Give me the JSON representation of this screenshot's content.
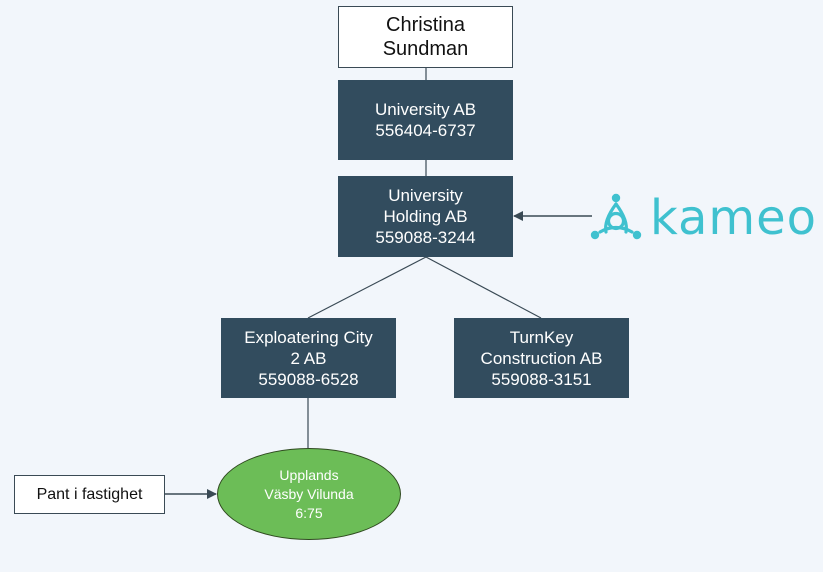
{
  "person": {
    "line1": "Christina",
    "line2": "Sundman"
  },
  "company_top": {
    "name": "University AB",
    "org_nr": "556404-6737"
  },
  "holding": {
    "line1": "University",
    "line2": "Holding AB",
    "org_nr": "559088-3244"
  },
  "sub_left": {
    "line1": "Exploatering City",
    "line2": "2 AB",
    "org_nr": "559088-6528"
  },
  "sub_right": {
    "line1": "TurnKey",
    "line2": "Construction AB",
    "org_nr": "559088-3151"
  },
  "property": {
    "line1": "Upplands",
    "line2": "Väsby Vilunda",
    "line3": "6:75"
  },
  "collateral": {
    "label": "Pant i fastighet"
  },
  "logo": {
    "text": "kameo",
    "icon": "kameo-logo-icon",
    "color": "#3fc1cf"
  },
  "colors": {
    "box": "#324c5e",
    "ellipse": "#6cbd57",
    "background": "#f2f6fb"
  }
}
